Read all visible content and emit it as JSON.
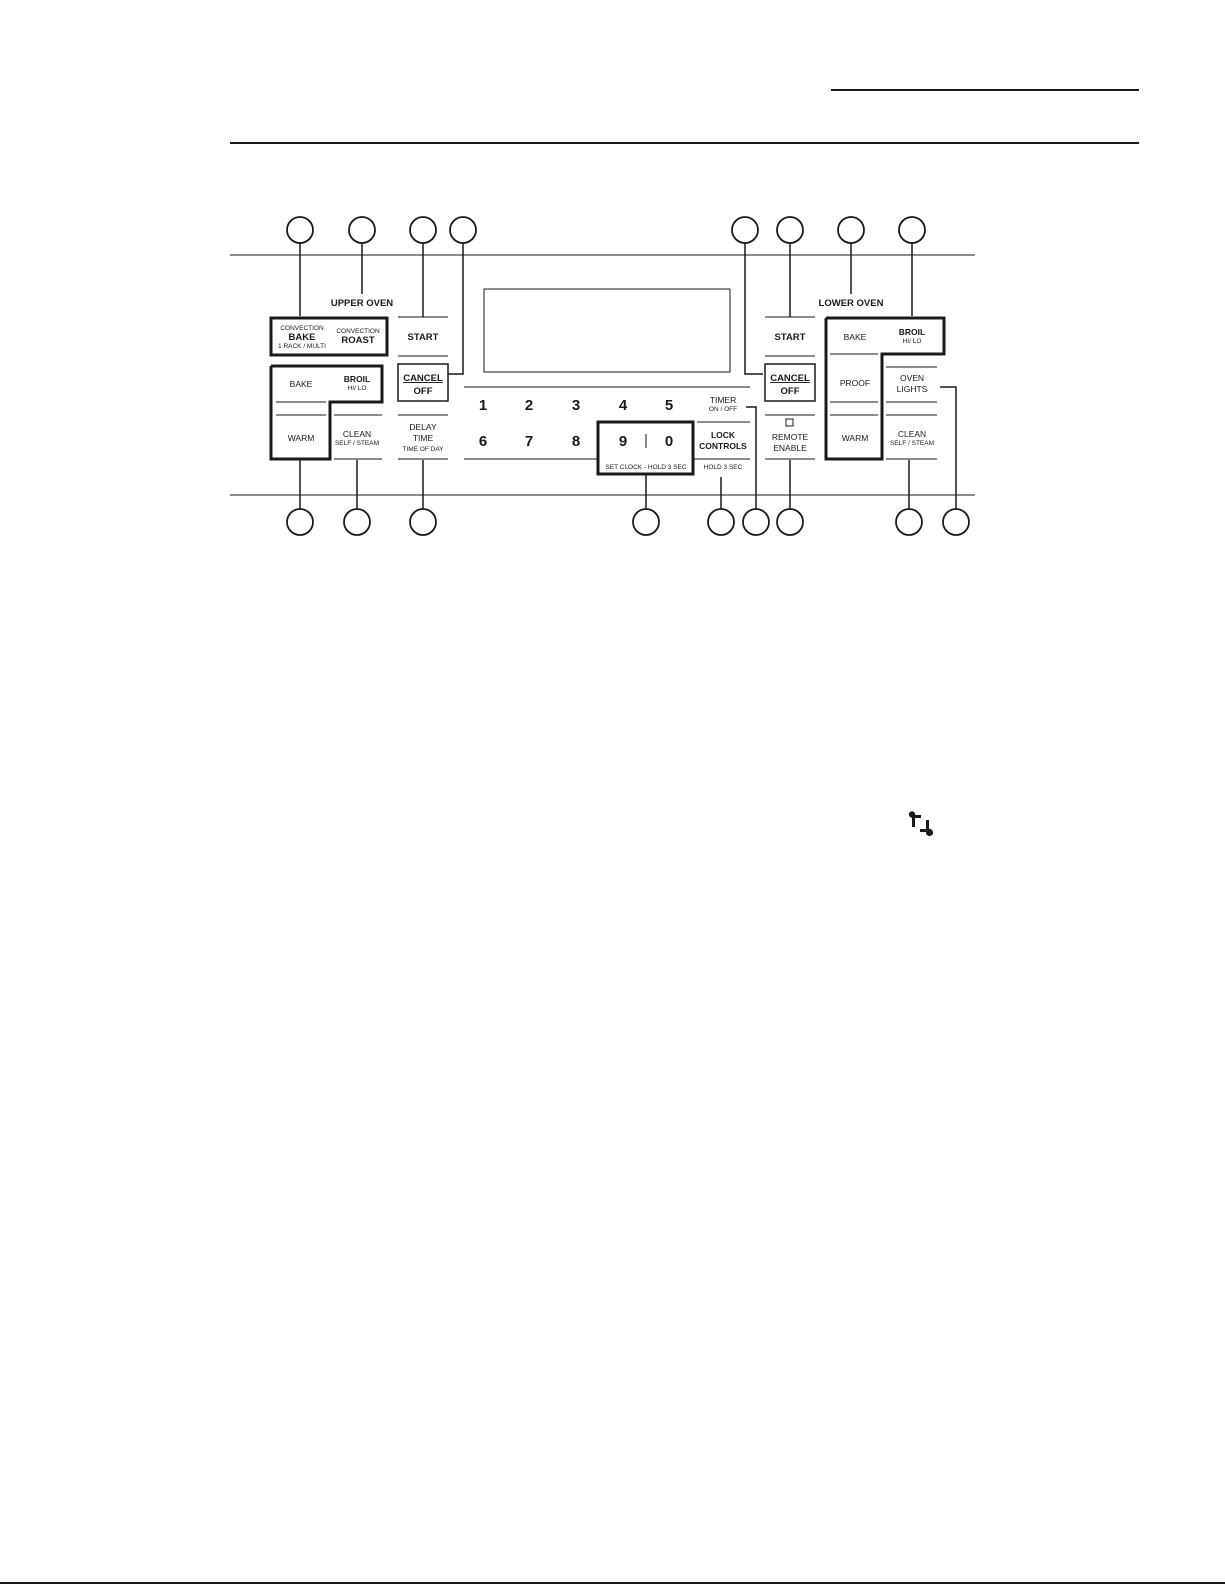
{
  "upper_oven": {
    "title": "UPPER OVEN",
    "conv_bake": {
      "top": "CONVECTION",
      "main": "BAKE",
      "sub": "1 RACK / MULTI"
    },
    "conv_roast": {
      "top": "CONVECTION",
      "main": "ROAST"
    },
    "start": "START",
    "cancel": "CANCEL",
    "off": "OFF",
    "bake": "BAKE",
    "broil": "BROIL",
    "broil_sub": "HI/ LO",
    "warm": "WARM",
    "clean": "CLEAN",
    "clean_sub": "SELF / STEAM",
    "delay": "DELAY",
    "time": "TIME",
    "time_of_day": "TIME OF DAY"
  },
  "keypad": {
    "row1": [
      "1",
      "2",
      "3",
      "4",
      "5"
    ],
    "row2": [
      "6",
      "7",
      "8"
    ],
    "nine": "9",
    "zero": "0",
    "set_clock": "SET CLOCK - HOLD 3 SEC",
    "timer": "TIMER",
    "timer_sub": "ON / OFF",
    "lock": "LOCK",
    "controls": "CONTROLS",
    "hold": "HOLD 3 SEC"
  },
  "lower_oven": {
    "title": "LOWER OVEN",
    "start": "START",
    "cancel": "CANCEL",
    "off": "OFF",
    "remote": "REMOTE",
    "enable": "ENABLE",
    "bake": "BAKE",
    "broil": "BROIL",
    "broil_sub": "HI/ LO",
    "proof": "PROOF",
    "oven": "OVEN",
    "lights": "LIGHTS",
    "warm": "WARM",
    "clean": "CLEAN",
    "clean_sub": "SELF / STEAM"
  },
  "icons": {
    "footer_icon": "loop-icon"
  }
}
